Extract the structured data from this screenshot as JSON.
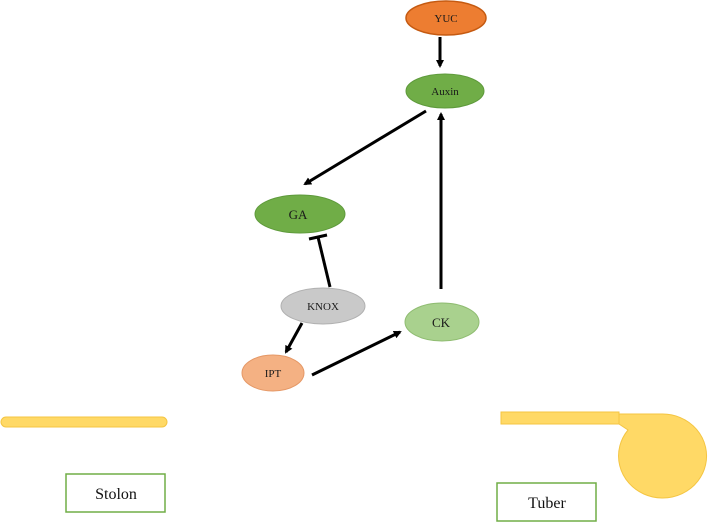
{
  "diagram": {
    "nodes": {
      "yuc": {
        "label": "YUC",
        "color": "#ED7D31"
      },
      "auxin": {
        "label": "Auxin",
        "color": "#70AD47"
      },
      "ga": {
        "label": "GA",
        "color": "#70AD47"
      },
      "knox": {
        "label": "KNOX",
        "color": "#C9C9C9"
      },
      "ck": {
        "label": "CK",
        "color": "#A9D18E"
      },
      "ipt": {
        "label": "IPT",
        "color": "#F4B183"
      }
    },
    "edges": [
      {
        "from": "yuc",
        "to": "auxin",
        "type": "activation"
      },
      {
        "from": "auxin",
        "to": "ga",
        "type": "activation"
      },
      {
        "from": "knox",
        "to": "ga",
        "type": "inhibition"
      },
      {
        "from": "knox",
        "to": "ipt",
        "type": "activation"
      },
      {
        "from": "ipt",
        "to": "ck",
        "type": "activation"
      },
      {
        "from": "ck",
        "to": "auxin",
        "type": "activation"
      }
    ],
    "stolon": {
      "label": "Stolon",
      "color": "#FFD966"
    },
    "tuber": {
      "label": "Tuber",
      "color": "#FFD966"
    },
    "label_box_border": "#70AD47"
  }
}
